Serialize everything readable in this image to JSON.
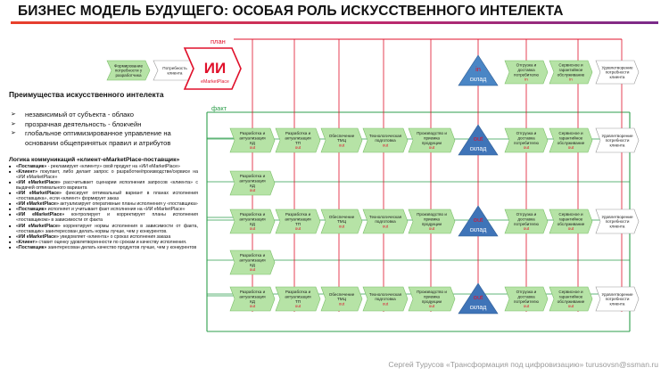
{
  "title": "БИЗНЕС МОДЕЛЬ БУДУЩЕГО: ОСОБАЯ РОЛЬ ИСКУССТВЕННОГО ИНТЕЛЕКТА",
  "colors": {
    "accent": "#e0112b",
    "flow_green": "#2d9e4b",
    "box_green": "#b6e3a6",
    "in_blue": "#4a86c5",
    "out_blue": "#3f74b8"
  },
  "labels": {
    "plan": "план",
    "fact": "факт"
  },
  "ai_block": {
    "big": "ИИ",
    "small": "eMarketPlace"
  },
  "top_left": {
    "formation": "Формирование потребности у разработчика",
    "need": "Потребность клиента"
  },
  "stages": {
    "dev_kd": "Разработка и актуализация КД",
    "dev_tp": "Разработка и актуализация ТП",
    "tmc": "Обеспечение ТМЦ",
    "tech": "Технологическая подготовка",
    "prod": "Производство и приемка продукции",
    "ship": "Отгрузка и доставка потребителю",
    "service": "Сервисное и гарантийное обслуживание",
    "satisfy": "Удовлетворение потребности клиента",
    "in_tag": "in",
    "out_tag": "out",
    "warehouse": "склад"
  },
  "advantages": {
    "heading": "Преимущества искусственного интелекта",
    "items": [
      "независимый от субъекта - облако",
      "прозрачная деятельность - блокчейн",
      "глобальное оптимизированное управление на основании общепринятых правил и атрибутов"
    ]
  },
  "logic": {
    "heading": "Логика коммуникаций «клиент-eMarketPlace-поставщик»",
    "items": [
      {
        "b": "«Поставщик»",
        "t": " - рекламирует «клиенту» свой продукт на «ИИ eMarketPlace»"
      },
      {
        "b": "«Клиент»",
        "t": " покупает, либо делает запрос о разработке/производстве/сервисе на «ИИ eMarketPlace»"
      },
      {
        "b": "«ИИ eMarketPlace»",
        "t": " рассчитывает сценарии исполнения запросов «клиента» с выдачей оптимального варианта"
      },
      {
        "b": "«ИИ eMarketPlace»",
        "t": " фиксирует оптимальный вариант в планах исполнения «поставщика», если «клиент» формирует заказ"
      },
      {
        "b": "«ИИ eMarketPlace»",
        "t": " актуализирует оперативные планы исполнения у «поставщика»"
      },
      {
        "b": "«Поставщик»",
        "t": " исполняет и учитывает факт исполнения на «ИИ eMarketPlace»"
      },
      {
        "b": "«ИИ eMarketPlace»",
        "t": " контролирует и корректирует планы исполнения «поставщиком» в зависимости от факта"
      },
      {
        "b": "«ИИ eMarketPlace»",
        "t": " корректирует нормы исполнения в зависимости от факта, «поставщик» заинтересован делать нормы лучше, чем у конкурентов."
      },
      {
        "b": "«ИИ eMarketPlace»",
        "t": " уведомляет «клиента» о сроках исполнения заказа"
      },
      {
        "b": "«Клиент»",
        "t": " ставит оценку удовлетворенности по срокам и качеству исполнения."
      },
      {
        "b": "«Поставщик»",
        "t": " заинтересован делать качество продуктов лучше, чем у конкурентов"
      }
    ]
  },
  "footer": "Сергей Турусов «Трансформация под цифровизацию» turusovsn@ssman.ru"
}
